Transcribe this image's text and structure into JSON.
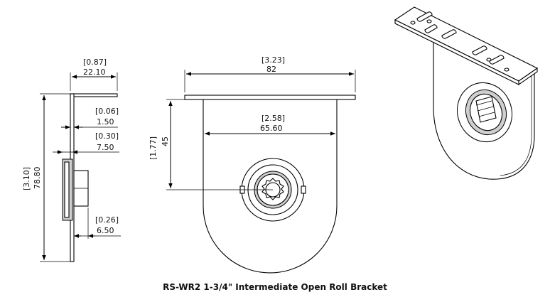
{
  "caption": "RS-WR2 1-3/4\" Intermediate Open Roll Bracket",
  "dimensions": {
    "side_width_in": "[0.87]",
    "side_width_mm": "22.10",
    "thickness_in": "[0.06]",
    "thickness_mm": "1.50",
    "hub_in": "[0.30]",
    "hub_mm": "7.50",
    "offset_in": "[0.26]",
    "offset_mm": "6.50",
    "height_in": "[3.10]",
    "height_mm": "78.80",
    "top_width_in": "[3.23]",
    "top_width_mm": "82",
    "plate_width_in": "[2.58]",
    "plate_width_mm": "65.60",
    "center_height_in": "[1.77]",
    "center_height_mm": "45"
  }
}
